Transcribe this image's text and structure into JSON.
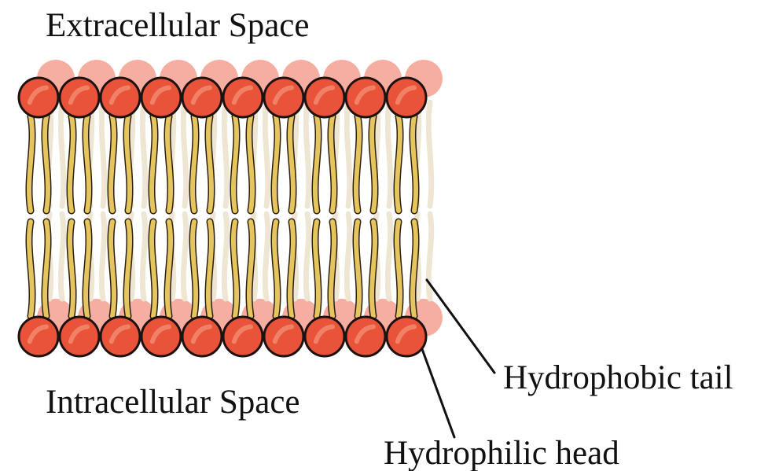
{
  "labels": {
    "extracellular": "Extracellular Space",
    "intracellular": "Intracellular Space",
    "tail": "Hydrophobic tail",
    "head": "Hydrophilic head"
  },
  "colors": {
    "head_fill": "#E8533A",
    "head_highlight": "#F28A6E",
    "head_back": "#F29A8A",
    "head_outline": "#1E1210",
    "tail_fill": "#E7C55E",
    "tail_outline": "#2A2010",
    "tail_back": "#EEE6D2",
    "text": "#111111",
    "pointer": "#111111"
  }
}
